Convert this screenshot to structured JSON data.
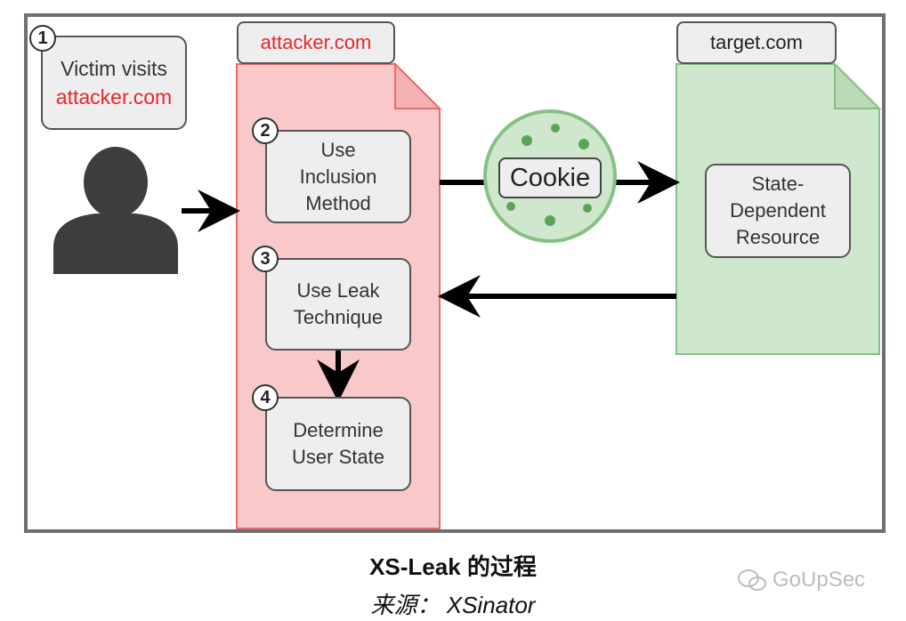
{
  "diagram": {
    "victim": {
      "step": "1",
      "line1": "Victim visits",
      "line2": "attacker.com"
    },
    "attacker_tab": "attacker.com",
    "target_tab": "target.com",
    "steps": [
      {
        "num": "2",
        "lines": [
          "Use",
          "Inclusion",
          "Method"
        ]
      },
      {
        "num": "3",
        "lines": [
          "Use Leak",
          "Technique"
        ]
      },
      {
        "num": "4",
        "lines": [
          "Determine",
          "User State"
        ]
      }
    ],
    "cookie_label": "Cookie",
    "resource_lines": [
      "State-",
      "Dependent",
      "Resource"
    ]
  },
  "caption": {
    "title": "XS-Leak 的过程",
    "source": "来源： XSinator"
  },
  "watermark": "GoUpSec",
  "colors": {
    "attacker_fill": "#f9c9c9",
    "attacker_stroke": "#e86b6b",
    "target_fill": "#cfe7cc",
    "target_stroke": "#86c083",
    "accent_red": "#e8262b"
  }
}
